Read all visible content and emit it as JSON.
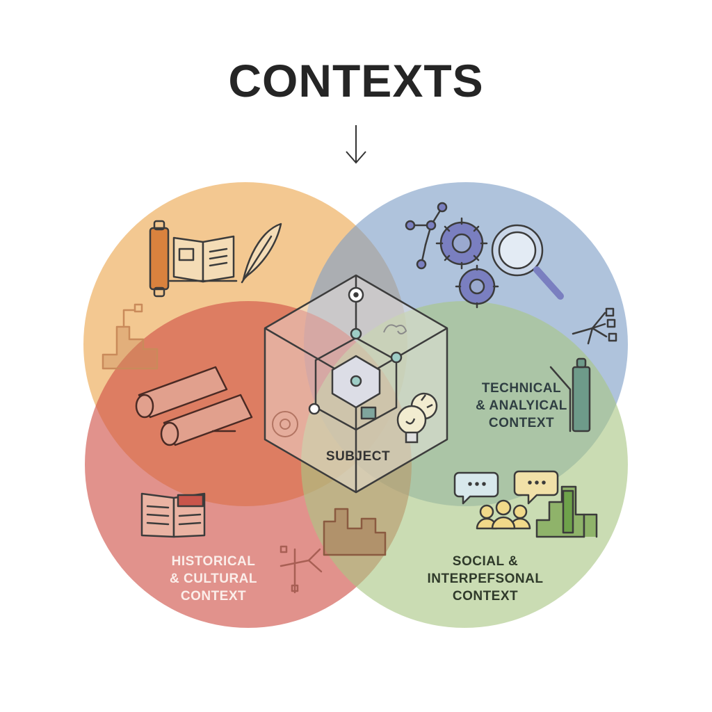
{
  "title": "CONTEXTS",
  "subject_label": "SUBJECT",
  "contexts": [
    {
      "id": "historical",
      "lines": [
        "HISTORICAL",
        "& CULTURAL",
        "CONTEXT"
      ],
      "color": "#d2564b"
    },
    {
      "id": "technical",
      "lines": [
        "TECHNICAL",
        "& ANALYICAL",
        "CONTEXT"
      ],
      "color": "#7e9ec6"
    },
    {
      "id": "social",
      "lines": [
        "SOCIAL &",
        "INTERPEFSONAL",
        "CONTEXT"
      ],
      "color": "#a8c383"
    },
    {
      "id": "origins",
      "lines": [],
      "color": "#eba74e"
    }
  ],
  "icons": [
    "scroll-icon",
    "open-book-icon",
    "quill-icon",
    "building-chart-icon",
    "rolled-scrolls-icon",
    "network-icon",
    "gears-icon",
    "magnifier-icon",
    "tree-diagram-icon",
    "ruler-column-icon",
    "speech-bubbles-icon",
    "people-group-icon",
    "bar-chart-icon",
    "book-icon",
    "lightbulb-icon",
    "subject-cube-icon"
  ]
}
